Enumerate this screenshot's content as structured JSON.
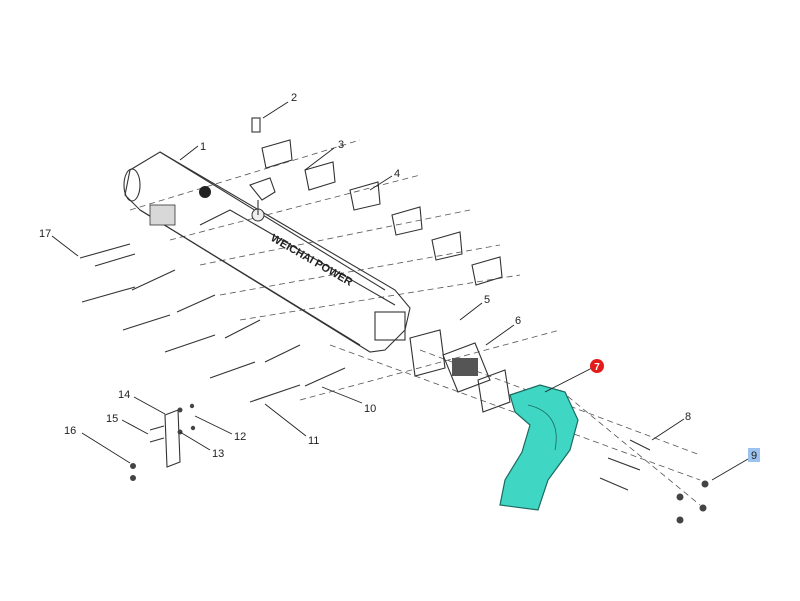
{
  "diagram": {
    "labels": {
      "p1": "1",
      "p2": "2",
      "p3": "3",
      "p4": "4",
      "p5": "5",
      "p6": "6",
      "p7": "7",
      "p8": "8",
      "p9": "9",
      "p10": "10",
      "p11": "11",
      "p12": "12",
      "p13": "13",
      "p14": "14",
      "p15": "15",
      "p16": "16",
      "p17": "17"
    },
    "manifold_text": "WEICHAI POWER",
    "colors": {
      "highlight_part": "#3fd6c3",
      "red_callout": "#e41b1b",
      "selected_label_bg": "#9cc3ef"
    }
  }
}
